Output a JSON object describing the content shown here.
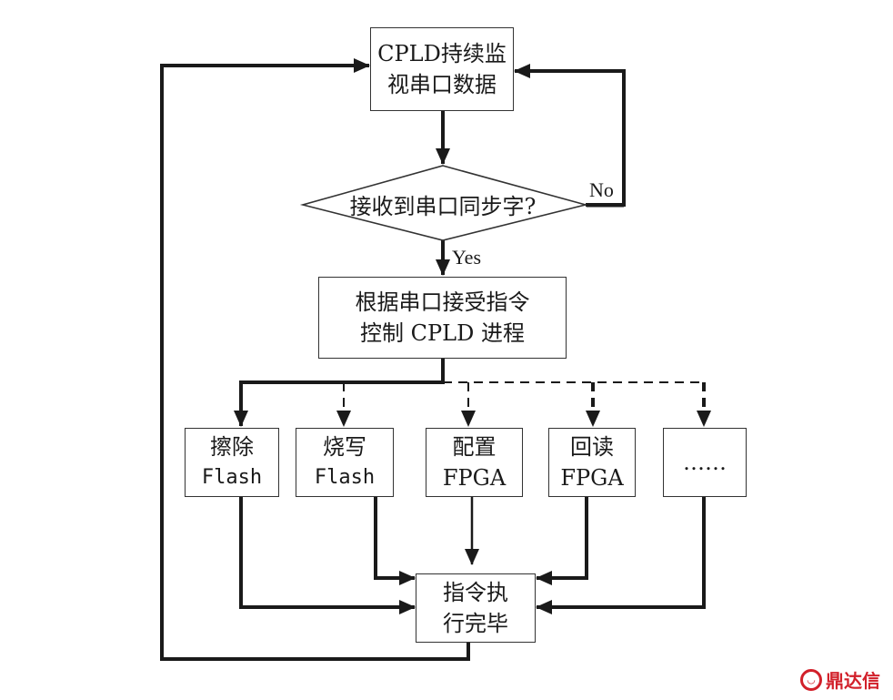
{
  "diagram": {
    "nodes": {
      "monitor": {
        "line1": "CPLD持续监",
        "line2": "视串口数据"
      },
      "decision": {
        "text": "接收到串口同步字?"
      },
      "control": {
        "line1": "根据串口接受指令",
        "line2": "控制 CPLD 进程"
      },
      "erase": {
        "line1": "擦除",
        "line2": "Flash"
      },
      "write": {
        "line1": "烧写",
        "line2": "Flash"
      },
      "config": {
        "line1": "配置",
        "line2": "FPGA"
      },
      "readback": {
        "line1": "回读",
        "line2": "FPGA"
      },
      "more": {
        "line1": "……"
      },
      "done": {
        "line1": "指令执",
        "line2": "行完毕"
      }
    },
    "edge_labels": {
      "yes": "Yes",
      "no": "No"
    },
    "edges": [
      {
        "from": "monitor",
        "to": "decision",
        "style": "solid"
      },
      {
        "from": "decision",
        "to": "monitor",
        "label": "No",
        "style": "solid"
      },
      {
        "from": "decision",
        "to": "control",
        "label": "Yes",
        "style": "solid"
      },
      {
        "from": "control",
        "to": "erase",
        "style": "solid"
      },
      {
        "from": "control",
        "to": "write",
        "style": "dashed"
      },
      {
        "from": "control",
        "to": "config",
        "style": "dashed"
      },
      {
        "from": "control",
        "to": "readback",
        "style": "dashed"
      },
      {
        "from": "control",
        "to": "more",
        "style": "dashed"
      },
      {
        "from": "erase",
        "to": "done",
        "style": "solid"
      },
      {
        "from": "write",
        "to": "done",
        "style": "solid"
      },
      {
        "from": "config",
        "to": "done",
        "style": "solid"
      },
      {
        "from": "readback",
        "to": "done",
        "style": "solid"
      },
      {
        "from": "more",
        "to": "done",
        "style": "solid"
      },
      {
        "from": "done",
        "to": "monitor",
        "style": "solid"
      }
    ]
  },
  "watermark": {
    "text": "鼎达信",
    "color": "#d2202a"
  }
}
